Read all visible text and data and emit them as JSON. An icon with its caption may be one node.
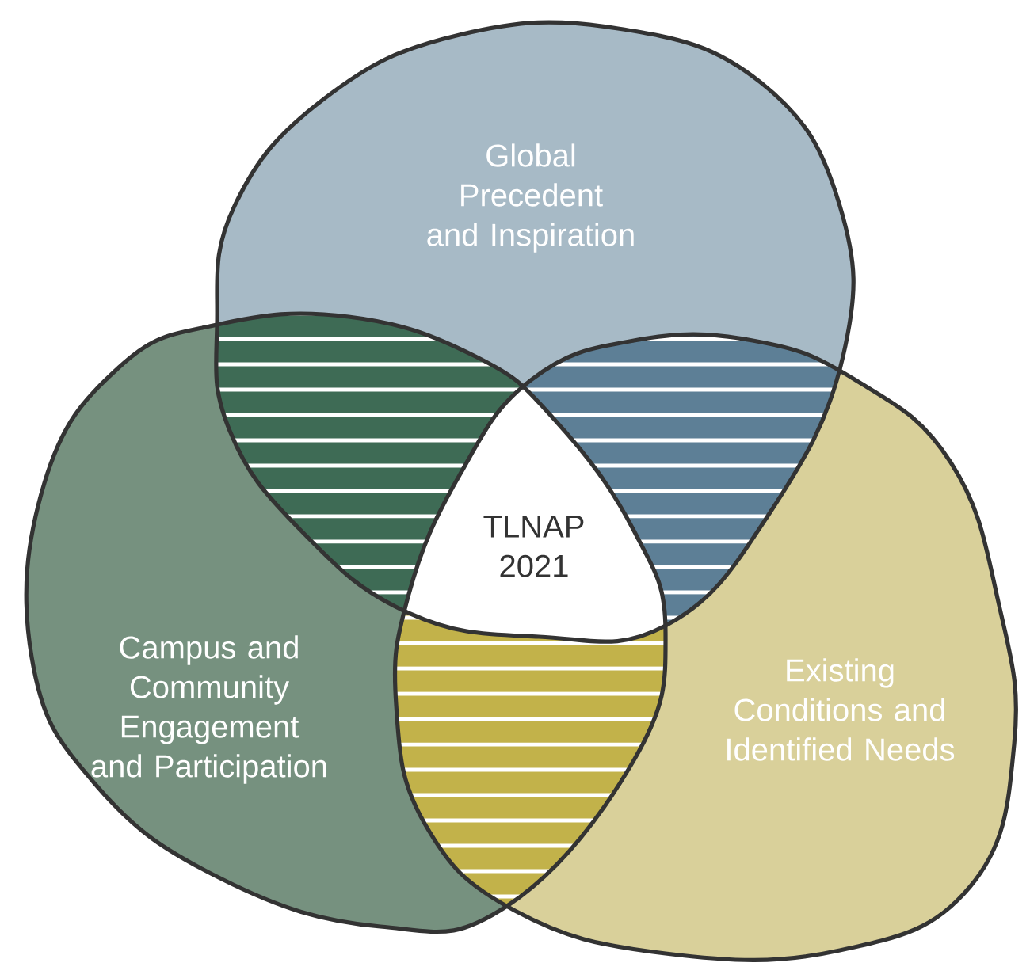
{
  "diagram": {
    "nodes": [
      {
        "text": [
          "Global Precedent and Inspiration"
        ]
      },
      {
        "text": [
          "Campus and Community Engagement and Participation"
        ]
      },
      {
        "text": [
          "Existing Conditions and Identified Needs"
        ]
      },
      {
        "text": [
          "TLNAP 2021"
        ]
      }
    ]
  }
}
